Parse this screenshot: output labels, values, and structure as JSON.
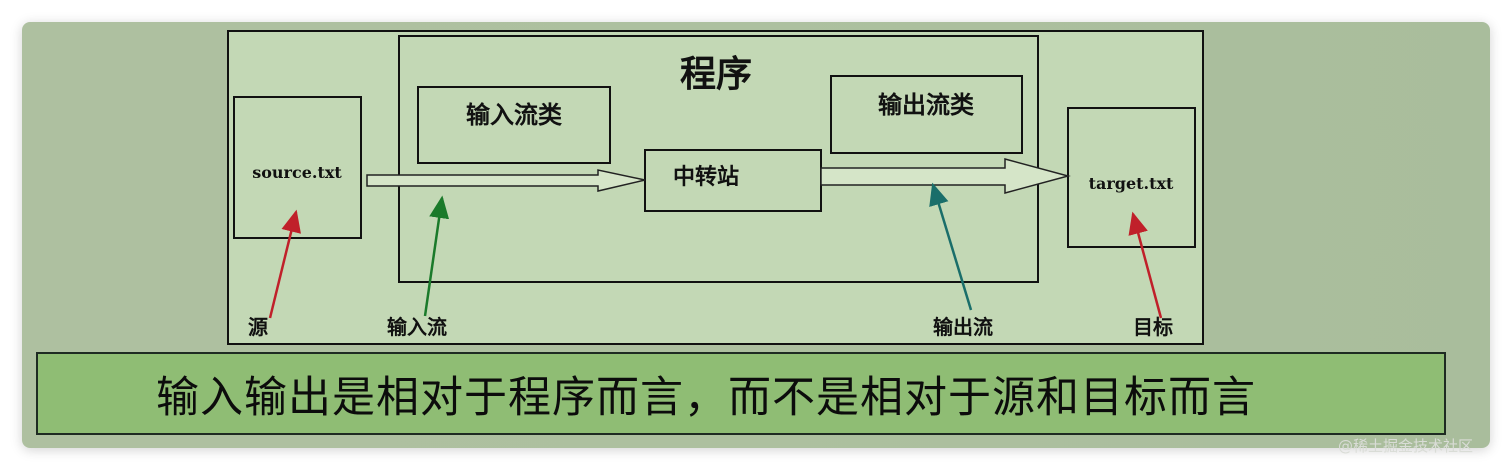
{
  "diagram": {
    "program_label": "程序",
    "input_stream_class": "输入流类",
    "output_stream_class": "输出流类",
    "relay": "中转站",
    "source_file": "source.txt",
    "target_file": "target.txt",
    "labels": {
      "source": "源",
      "input_stream": "输入流",
      "output_stream": "输出流",
      "target": "目标"
    },
    "colors": {
      "panel": "#c3d8b5",
      "red_arrow": "#c0202a",
      "green_arrow": "#1a7a2a",
      "teal_arrow": "#1a6e6a"
    }
  },
  "caption": "输入输出是相对于程序而言，而不是相对于源和目标而言",
  "watermark": "@稀土掘金技术社区"
}
